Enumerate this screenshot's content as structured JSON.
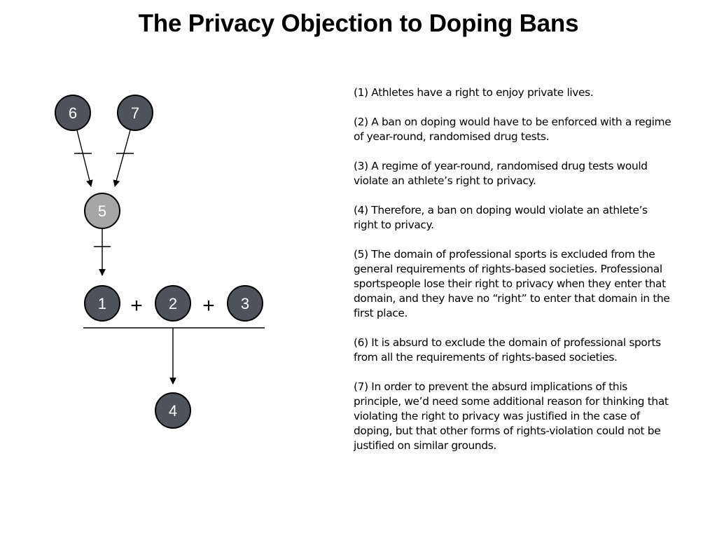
{
  "title": "The Privacy Objection to Doping Bans",
  "colors": {
    "dark_node": "#4f535b",
    "light_node": "#a6a6a6",
    "stroke": "#000000"
  },
  "diagram": {
    "nodes": [
      {
        "id": "6",
        "label": "6",
        "shade": "dark"
      },
      {
        "id": "7",
        "label": "7",
        "shade": "dark"
      },
      {
        "id": "5",
        "label": "5",
        "shade": "light"
      },
      {
        "id": "1",
        "label": "1",
        "shade": "dark"
      },
      {
        "id": "2",
        "label": "2",
        "shade": "dark"
      },
      {
        "id": "3",
        "label": "3",
        "shade": "dark"
      },
      {
        "id": "4",
        "label": "4",
        "shade": "dark"
      }
    ],
    "plus_signs": [
      "+",
      "+"
    ],
    "edges": [
      {
        "from": "6",
        "to": "5",
        "type": "objection"
      },
      {
        "from": "7",
        "to": "5",
        "type": "objection"
      },
      {
        "from": "5",
        "to": "1",
        "type": "objection"
      },
      {
        "from": "1+2+3",
        "to": "4",
        "type": "inference"
      }
    ]
  },
  "premises": [
    "(1) Athletes have a right to enjoy private lives.",
    "(2) A ban on doping would have to be enforced with a regime of year-round, randomised drug tests.",
    "(3) A regime of year-round, randomised drug tests would violate an athlete’s right to privacy.",
    "(4) Therefore, a ban on doping would violate an athlete’s right to privacy.",
    "(5) The domain of professional sports is excluded from the general requirements of rights-based societies. Professional sportspeople lose their right to privacy when they enter that domain, and they have no “right” to enter that domain in the first place.",
    "(6) It is absurd to exclude the domain of professional sports from all the requirements of rights-based societies.",
    "(7) In order to prevent the absurd implications of this principle, we’d need some additional reason for thinking that violating the right to privacy was justified in the case of doping, but that other forms of rights-violation could not be justified on similar grounds."
  ]
}
